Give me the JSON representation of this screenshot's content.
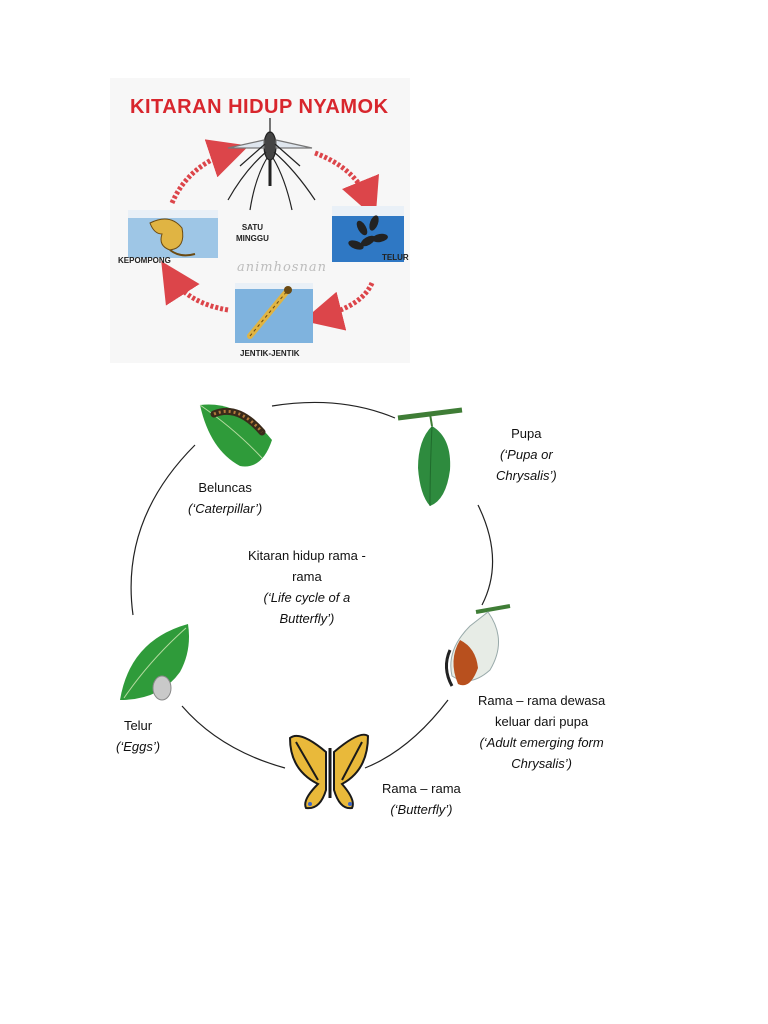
{
  "mosquito": {
    "title": "KITARAN HIDUP NYAMOK",
    "center_line1": "SATU",
    "center_line2": "MINGGU",
    "stage_eggs": "TELUR",
    "stage_larva": "JENTIK-JENTIK",
    "stage_pupa": "KEPOMPONG",
    "watermark": "animhosnan",
    "colors": {
      "title": "#d8262d",
      "arrow": "#d8262d",
      "water": "#2f78c4"
    }
  },
  "butterfly": {
    "center": {
      "line1": "Kitaran hidup rama -",
      "line2": "rama",
      "line3": "(‘Life cycle of a",
      "line4": "Butterfly’)"
    },
    "pupa": {
      "name": "Pupa",
      "en1": "(‘Pupa or",
      "en2": "Chrysalis’)"
    },
    "emerging": {
      "line1": "Rama – rama dewasa",
      "line2": "keluar dari pupa",
      "en1": "(‘Adult emerging form",
      "en2": "Chrysalis’)"
    },
    "adult": {
      "name": "Rama – rama",
      "en": "(‘Butterfly’)"
    },
    "eggs": {
      "name": "Telur",
      "en": "(‘Eggs’)"
    },
    "caterpillar": {
      "name": "Beluncas",
      "en": "(‘Caterpillar’)"
    },
    "colors": {
      "leaf": "#2f9b3a",
      "chrysalis": "#2e8b3e",
      "wing": "#e9b93a",
      "cycle_line": "#222222"
    }
  }
}
